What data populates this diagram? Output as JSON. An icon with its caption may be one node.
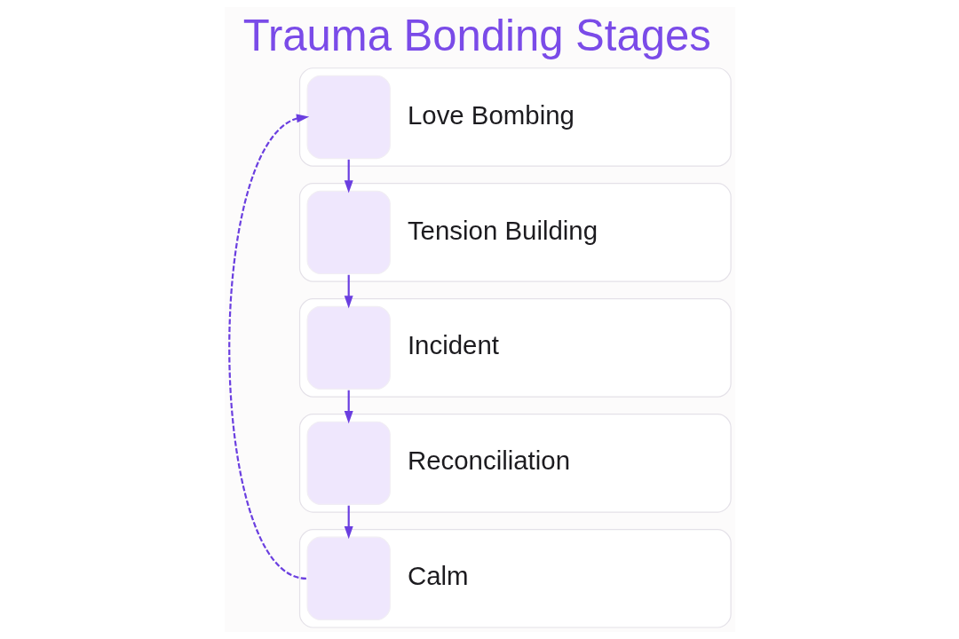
{
  "diagram": {
    "title": "Trauma Bonding Stages",
    "nodes": [
      {
        "text": [
          "Love Bombing"
        ]
      },
      {
        "text": [
          "Tension Building"
        ]
      },
      {
        "text": [
          "Incident"
        ]
      },
      {
        "text": [
          "Reconciliation"
        ]
      },
      {
        "text": [
          "Calm"
        ]
      }
    ],
    "edges": [
      {
        "from": 0,
        "to": 1,
        "arrow": "to"
      },
      {
        "from": 1,
        "to": 2,
        "arrow": "to"
      },
      {
        "from": 2,
        "to": 3,
        "arrow": "to"
      },
      {
        "from": 3,
        "to": 4,
        "arrow": "to"
      },
      {
        "from": 4,
        "to": 0,
        "arrow": "to",
        "style": "dashed"
      }
    ]
  }
}
